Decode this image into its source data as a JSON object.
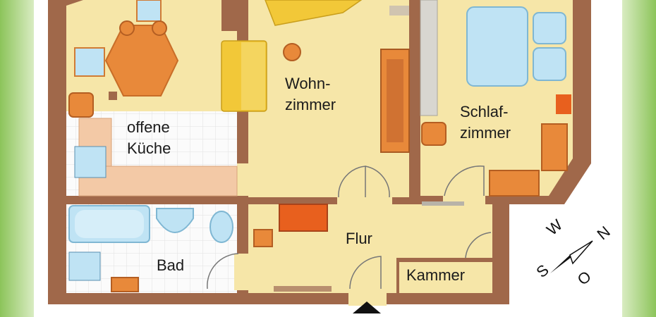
{
  "plan": {
    "colors": {
      "background_green": "#9ccf6e",
      "wall": "#a0684a",
      "floor": "#f6e6a8",
      "tile": "#fbfbfb",
      "furniture_orange": "#e8893a",
      "furniture_yellow": "#f2c838",
      "light_blue": "#bfe3f4",
      "text": "#1b1b1b"
    },
    "rooms": {
      "kitchen": {
        "line1": "offene",
        "line2": "Küche"
      },
      "living": {
        "line1": "Wohn-",
        "line2": "zimmer"
      },
      "bedroom": {
        "line1": "Schlaf-",
        "line2": "zimmer"
      },
      "bath": {
        "label": "Bad"
      },
      "hall": {
        "label": "Flur"
      },
      "storage": {
        "label": "Kammer"
      }
    },
    "compass": {
      "north": "N",
      "east": "O",
      "south": "S",
      "west": "W"
    }
  }
}
